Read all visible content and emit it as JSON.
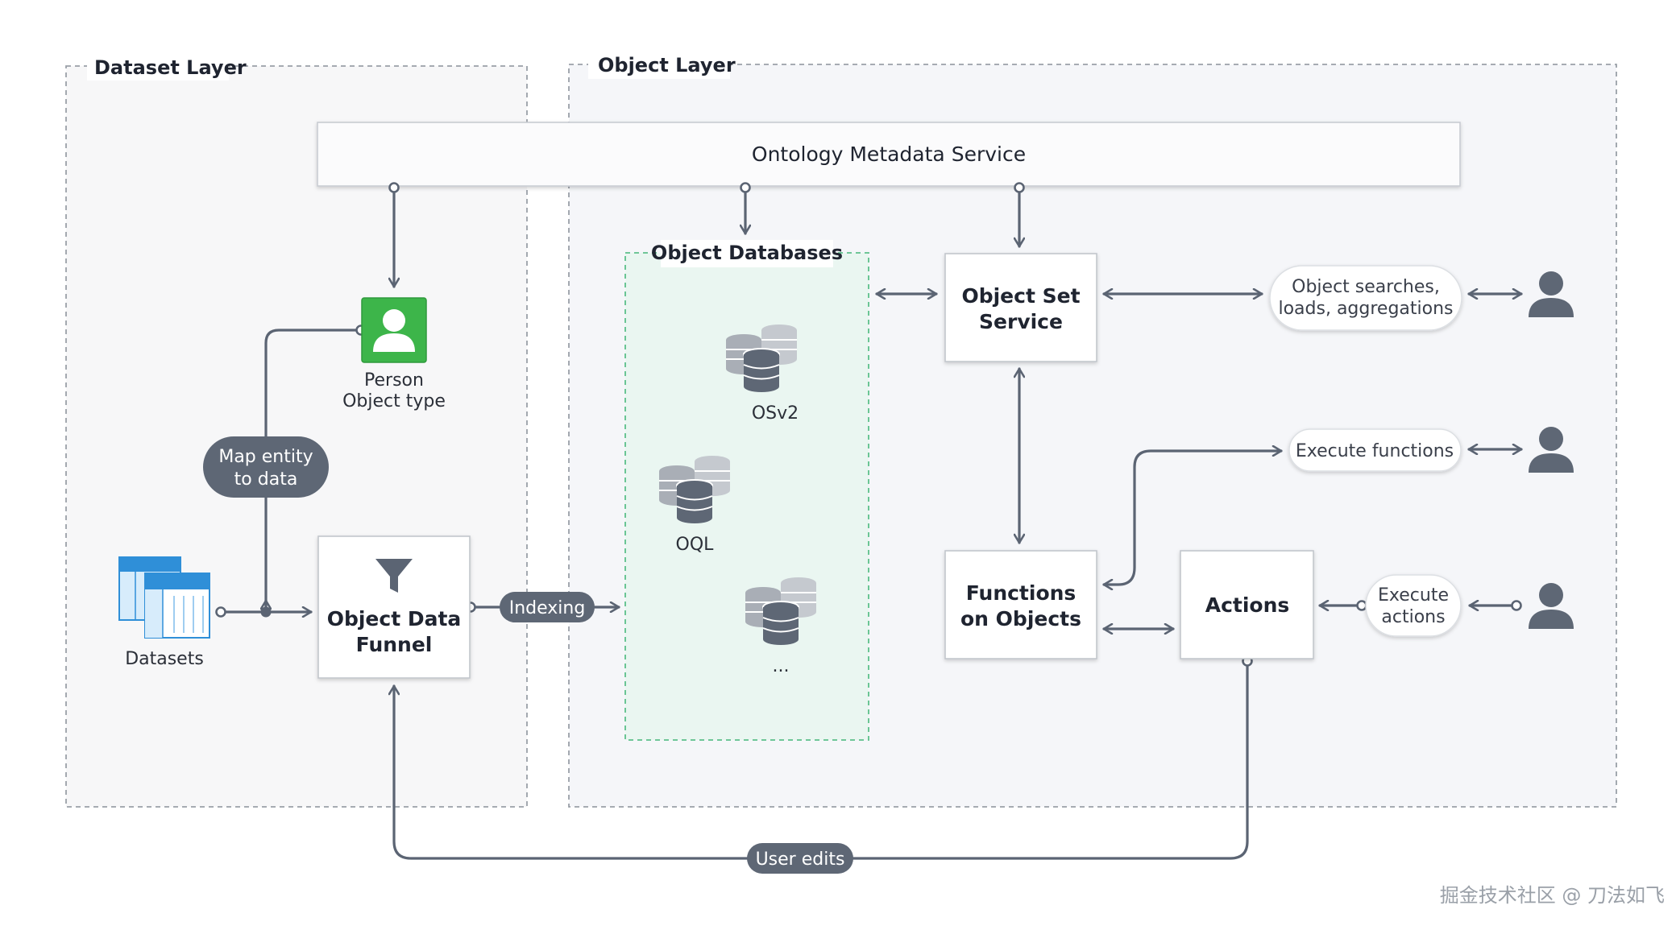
{
  "regions": {
    "dataset_layer": "Dataset Layer",
    "object_layer": "Object Layer",
    "object_databases": "Object Databases"
  },
  "services": {
    "ontology_metadata": "Ontology Metadata Service",
    "object_set_line1": "Object Set",
    "object_set_line2": "Service",
    "functions_line1": "Functions",
    "functions_line2": "on Objects",
    "actions": "Actions",
    "funnel_line1": "Object Data",
    "funnel_line2": "Funnel"
  },
  "nodes": {
    "person_line1": "Person",
    "person_line2": "Object type",
    "datasets": "Datasets",
    "db_osv2": "OSv2",
    "db_oql": "OQL",
    "db_more": "..."
  },
  "pills": {
    "map_entity_line1": "Map entity",
    "map_entity_line2": "to data",
    "indexing": "Indexing",
    "user_edits": "User edits"
  },
  "bubbles": {
    "searches_line1": "Object searches,",
    "searches_line2": "loads, aggregations",
    "execute_functions": "Execute functions",
    "execute_actions_line1": "Execute",
    "execute_actions_line2": "actions"
  },
  "icons": {
    "person_type": "person-object-type-icon",
    "user": "user-icon",
    "database": "database-stack-icon",
    "funnel": "funnel-icon",
    "datasets": "dataset-table-icon"
  },
  "colors": {
    "connector": "#5b6473",
    "pill": "#5e6775",
    "person_type_green": "#3db54a",
    "dataset_blue": "#2f8fd8",
    "database_region": "#5cc08a"
  },
  "watermark": "掘金技术社区 @ 刀法如飞"
}
